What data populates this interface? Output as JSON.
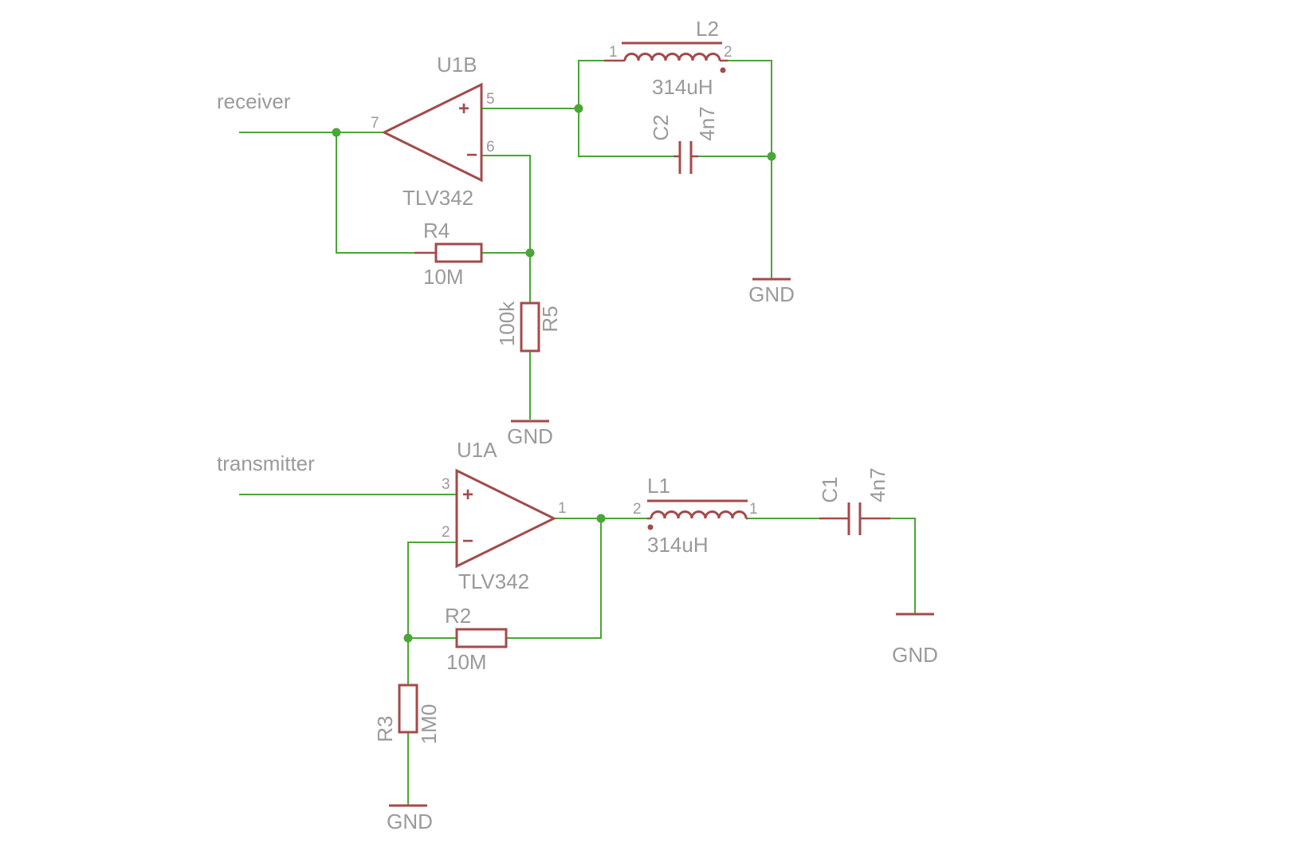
{
  "nets": {
    "receiver": "receiver",
    "transmitter": "transmitter"
  },
  "receiver_stage": {
    "opamp": {
      "ref": "U1B",
      "value": "TLV342",
      "pin_plus": "5",
      "pin_minus": "6",
      "pin_out": "7",
      "plus_sign": "+",
      "minus_sign": "−"
    },
    "inductor": {
      "ref": "L2",
      "value": "314uH",
      "pin_a": "1",
      "pin_b": "2"
    },
    "capacitor": {
      "ref": "C2",
      "value": "4n7"
    },
    "r_feedback": {
      "ref": "R4",
      "value": "10M"
    },
    "r_ground": {
      "ref": "R5",
      "value": "100k"
    },
    "gnd_left": "GND",
    "gnd_right": "GND"
  },
  "transmitter_stage": {
    "opamp": {
      "ref": "U1A",
      "value": "TLV342",
      "pin_plus": "3",
      "pin_minus": "2",
      "pin_out": "1",
      "plus_sign": "+",
      "minus_sign": "−"
    },
    "inductor": {
      "ref": "L1",
      "value": "314uH",
      "pin_a": "2",
      "pin_b": "1"
    },
    "capacitor": {
      "ref": "C1",
      "value": "4n7"
    },
    "r_feedback": {
      "ref": "R2",
      "value": "10M"
    },
    "r_ground": {
      "ref": "R3",
      "value": "1M0"
    },
    "gnd_left": "GND",
    "gnd_right": "GND"
  },
  "colors": {
    "wire": "#4aa636",
    "part": "#a44a4a",
    "label": "#9a9a9a",
    "background": "#ffffff"
  }
}
